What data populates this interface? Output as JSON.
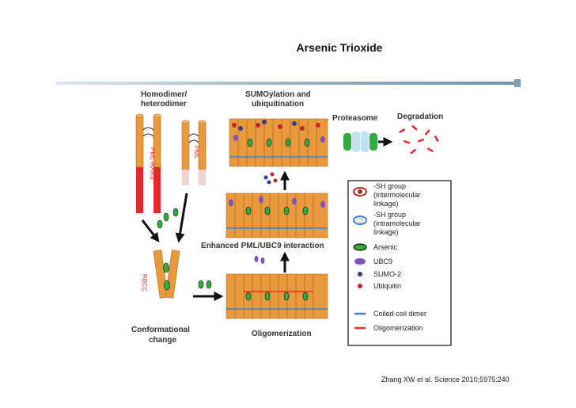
{
  "slide": {
    "title": "Arsenic Trioxide",
    "citation": "Zhang XW et al. Science 2010;5975:240"
  },
  "figure": {
    "labels": {
      "homodimer": [
        "Homodimer/",
        "heterodimer"
      ],
      "pml_rara": "PML-RARα",
      "pml": "PML",
      "sumoylation": [
        "SUMOylation and",
        "ubiquitination"
      ],
      "proteasome": "Proteasome",
      "degradation": "Degradation",
      "enhanced": "Enhanced PML/UBC9 interaction",
      "rbcc": "RBCC",
      "conformational": [
        "Conformational",
        "change"
      ],
      "oligomerization": "Oligomerization"
    },
    "legend": {
      "items": [
        {
          "icon": "sh-intermolecular-icon",
          "lines": [
            "-SH group",
            "(intermolecular",
            "linkage)"
          ]
        },
        {
          "icon": "sh-intramolecular-icon",
          "lines": [
            "-SH group",
            "(intramolecular",
            "linkage)"
          ]
        },
        {
          "icon": "arsenic-icon",
          "lines": [
            "Arsenic"
          ]
        },
        {
          "icon": "ubc9-icon",
          "lines": [
            "UBC9"
          ]
        },
        {
          "icon": "sumo2-icon",
          "lines": [
            "SUMO-2"
          ]
        },
        {
          "icon": "ubiquitin-icon",
          "lines": [
            "Ubiquitin"
          ]
        },
        {
          "icon": "coiled-coil-icon",
          "lines": [
            "Coiled-coil dimer"
          ]
        },
        {
          "icon": "oligomerization-icon",
          "lines": [
            "Oligomerization"
          ]
        }
      ]
    },
    "colors": {
      "rod": "#e89a3c",
      "rod_dark": "#b86b1c",
      "rara": "#e32a2a",
      "arsenic": "#2fae3f",
      "ubc9": "#7b56b8",
      "sumo": "#2c3f8e",
      "ubiquitin": "#c0282d",
      "coiled": "#3e7fd0",
      "oligo": "#e53025"
    }
  }
}
